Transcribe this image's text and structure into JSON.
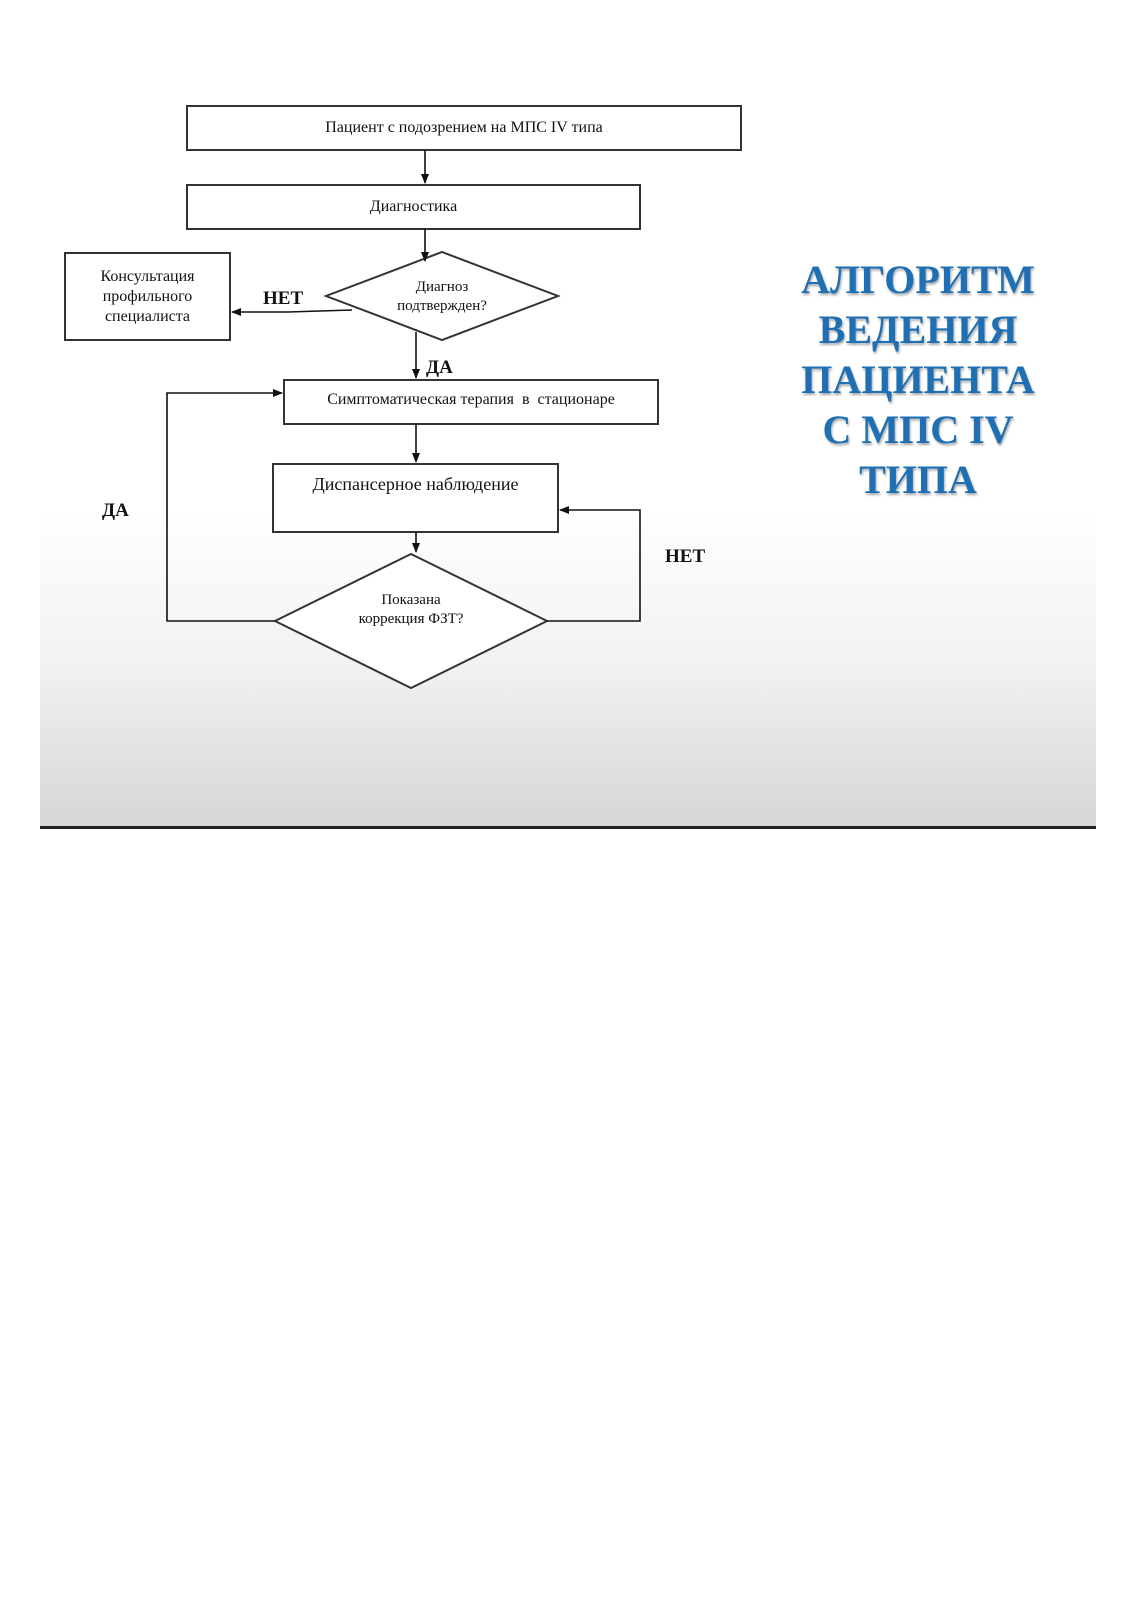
{
  "title": {
    "text": "АЛГОРИТМ\nВЕДЕНИЯ\nПАЦИЕНТА\nС МПС IV\nТИПА",
    "color": "#1f6fb4"
  },
  "nodes": {
    "start": "Пациент с подозрением на МПС IV типа",
    "diagnostics": "Диагностика",
    "diagnosis_confirmed": "Диагноз\nподтвержден?",
    "consultation": "Консультация\nпрофильного\nспециалиста",
    "symptomatic_therapy": "Симптоматическая терапия  в  стационаре",
    "dispensary": "Диспансерное наблюдение",
    "fzt_correction": "Показана\nкоррекция ФЗТ?"
  },
  "edge_labels": {
    "no_consult": "НЕТ",
    "yes_therapy": "ДА",
    "yes_loop": "ДА",
    "no_loop": "НЕТ"
  }
}
